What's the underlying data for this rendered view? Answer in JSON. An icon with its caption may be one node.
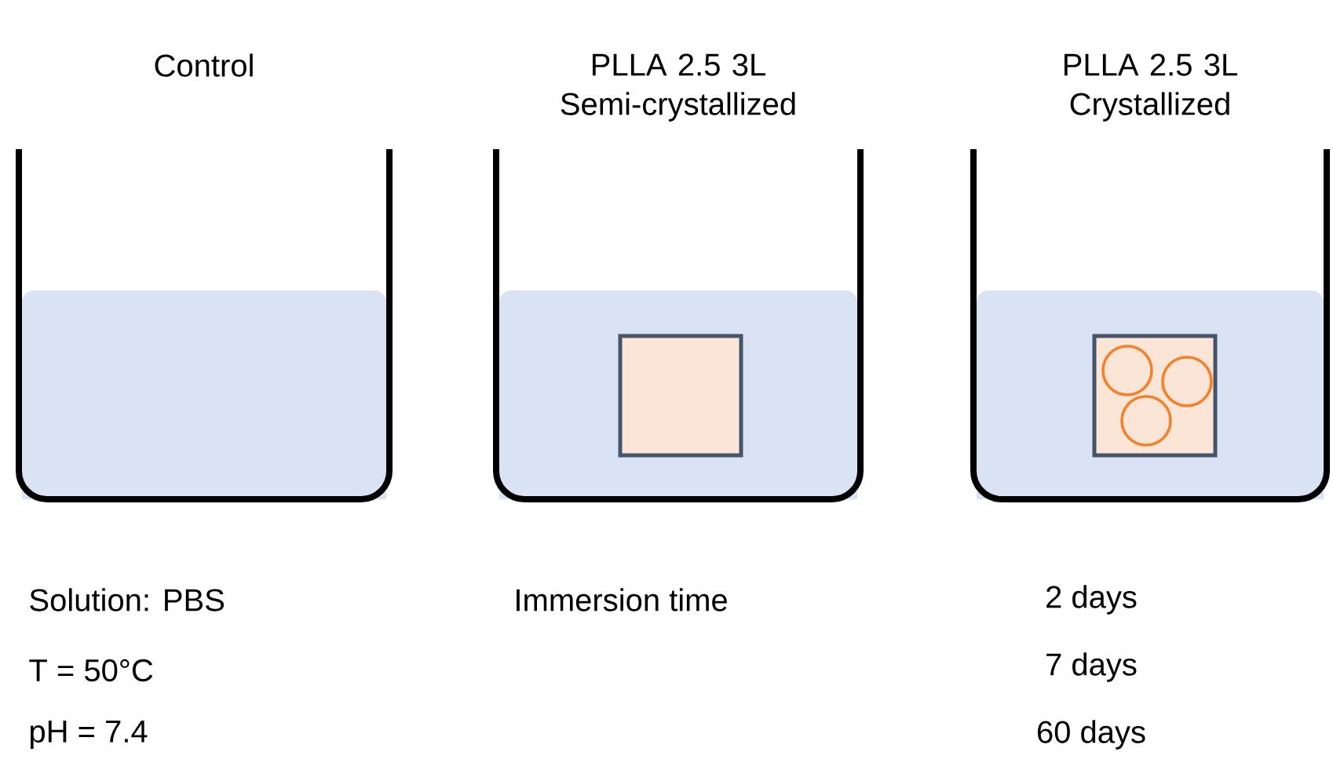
{
  "diagram": {
    "nodes": [
      {
        "text": [
          "Control"
        ]
      },
      {
        "text": [
          "PLLA 2.5 3L Semi-crystallized"
        ]
      },
      {
        "text": [
          "PLLA 2.5 3L Crystallized"
        ]
      },
      {
        "text": [],
        "shape": "box",
        "in": 1
      },
      {
        "text": [],
        "shape": "box",
        "in": 2
      }
    ],
    "labels": [
      "Solution: PBS",
      "T = 50°C",
      "pH = 7.4",
      "Immersion time",
      "2 days",
      "7 days",
      "60 days"
    ]
  }
}
